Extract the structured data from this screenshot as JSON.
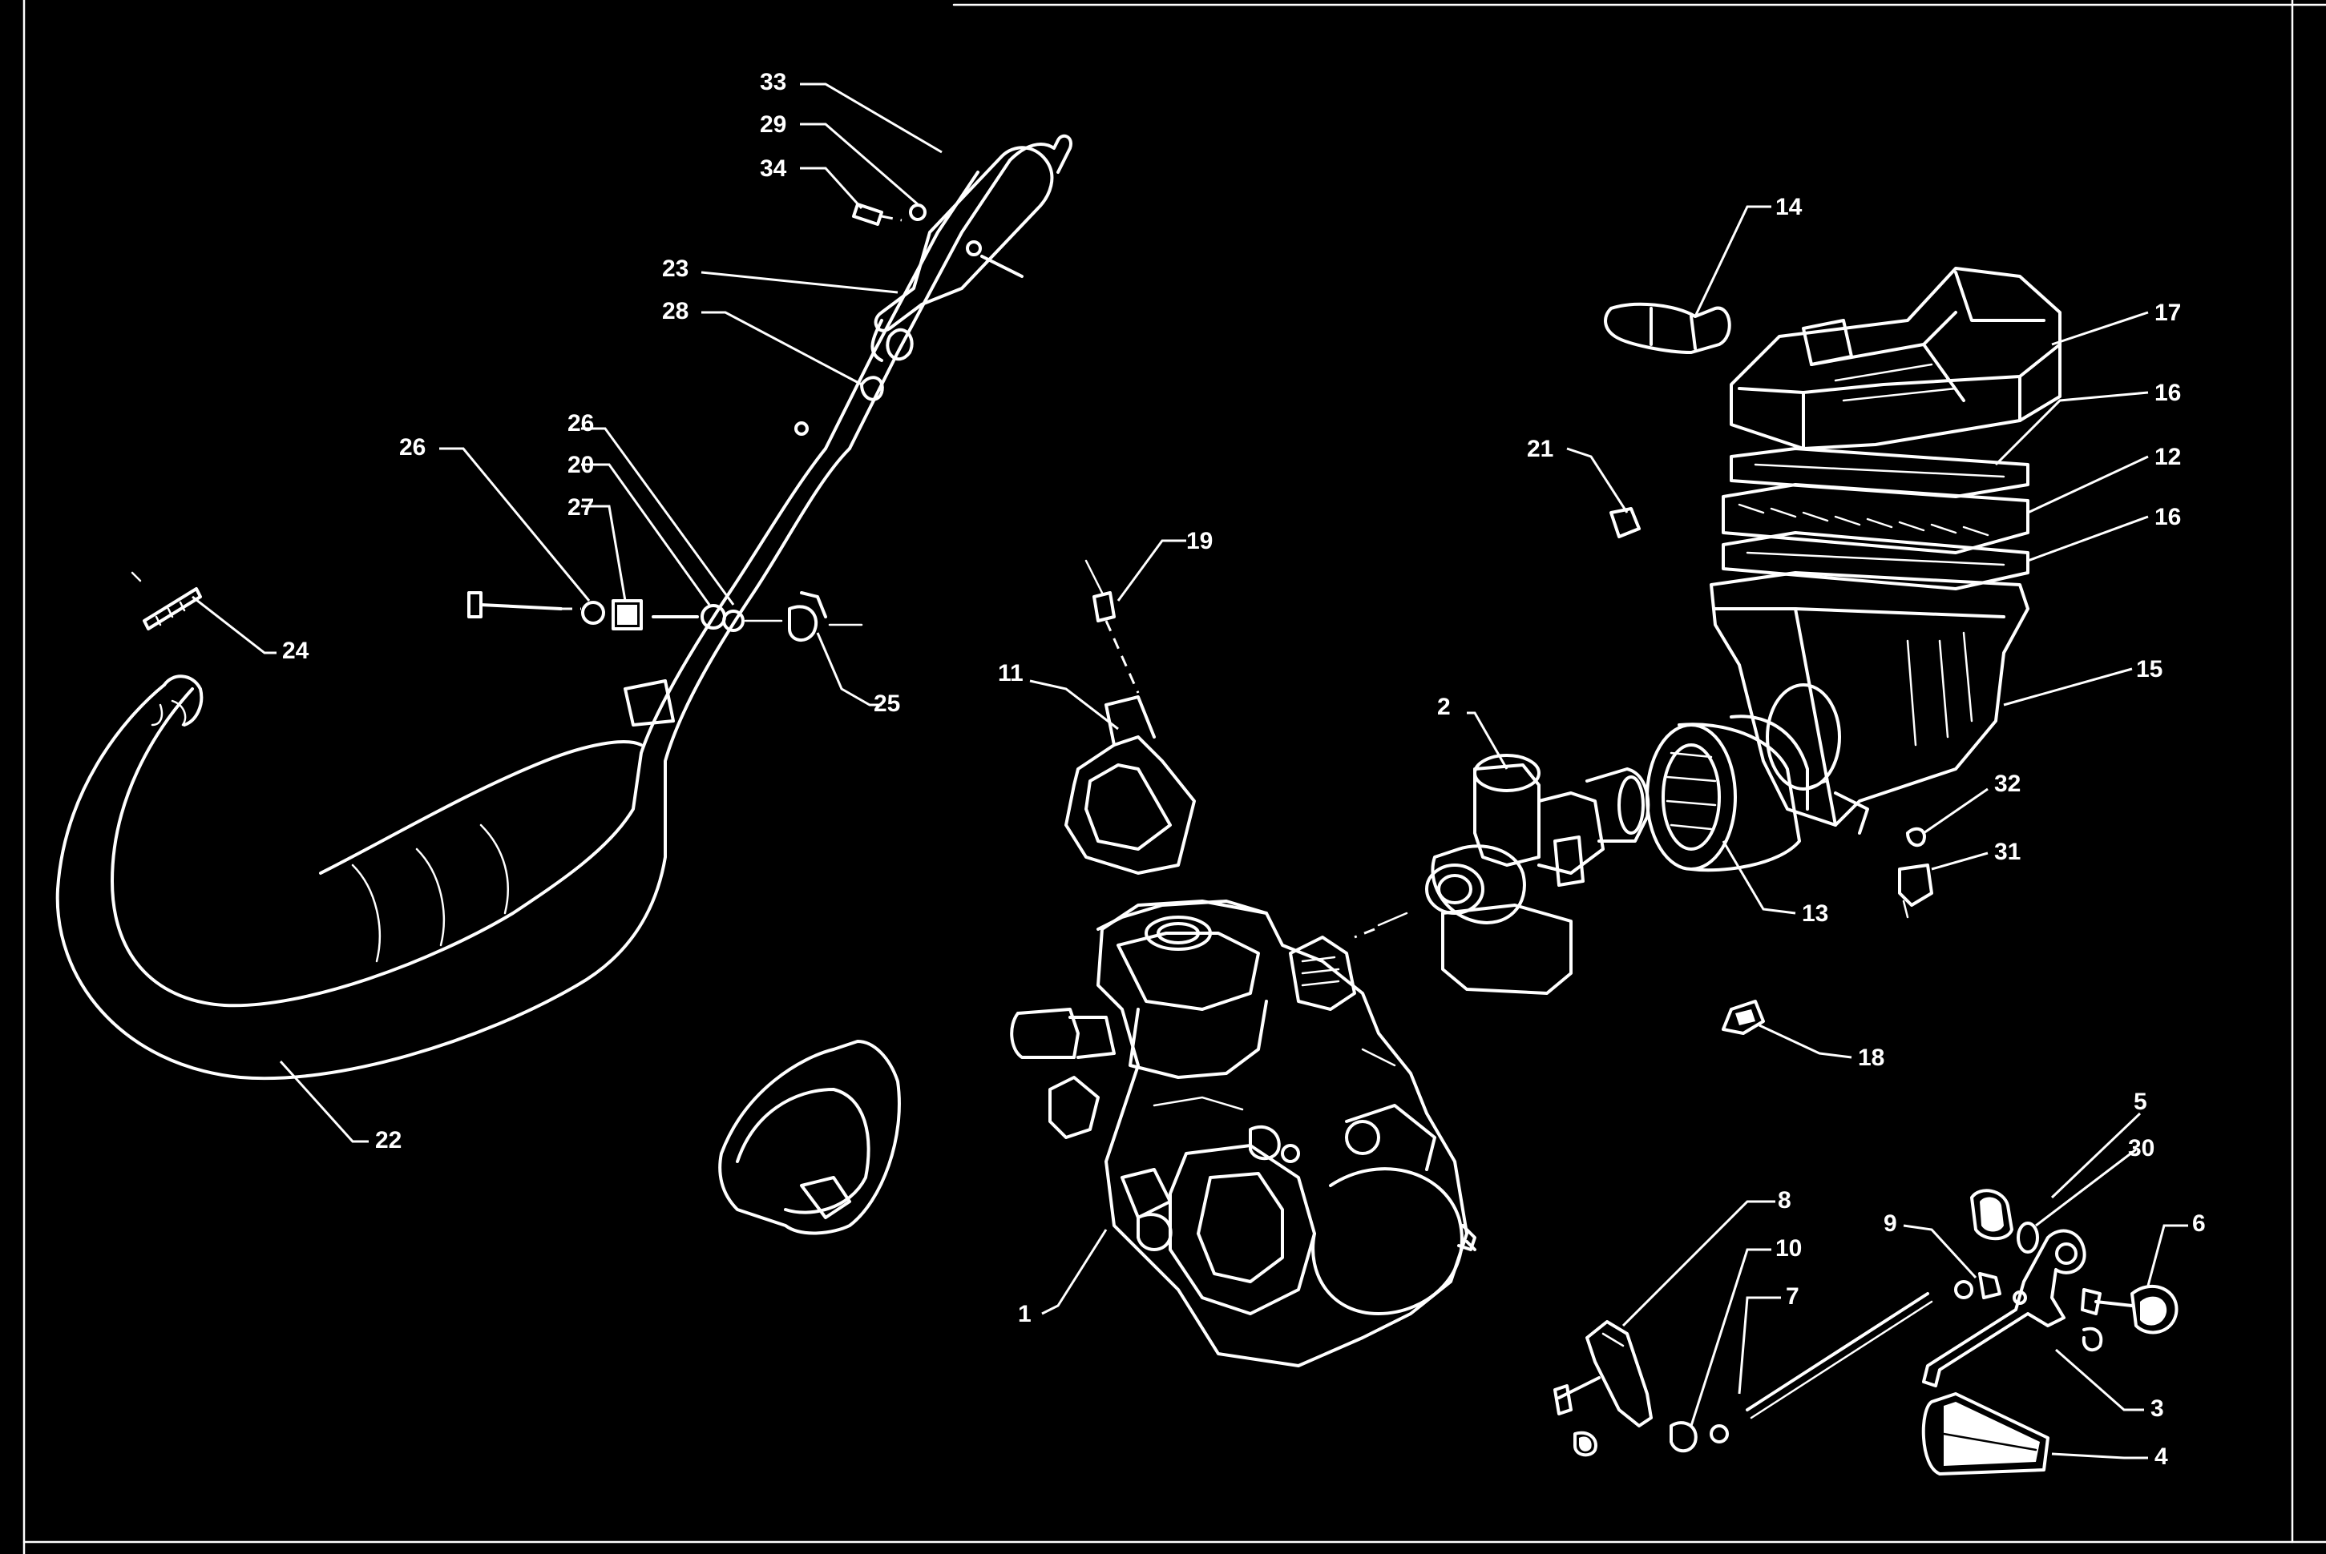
{
  "diagram": {
    "background": "#000000",
    "line_color": "#ffffff",
    "callouts": [
      "33",
      "29",
      "34",
      "23",
      "28",
      "26",
      "20",
      "27",
      "26",
      "24",
      "25",
      "22",
      "19",
      "11",
      "2",
      "1",
      "21",
      "14",
      "17",
      "16",
      "12",
      "16",
      "15",
      "13",
      "32",
      "31",
      "18",
      "5",
      "30",
      "6",
      "8",
      "10",
      "9",
      "7",
      "3",
      "4"
    ]
  }
}
